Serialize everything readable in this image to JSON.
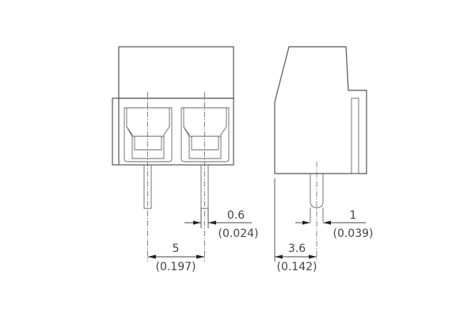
{
  "drawing": {
    "title": "2-pole PCB terminal block dimensional drawing",
    "units_primary": "mm",
    "units_secondary": "in",
    "views": [
      "front-view",
      "side-view"
    ]
  },
  "dimensions": {
    "pitch": {
      "value": "5",
      "alt": "(0.197)"
    },
    "pin_width": {
      "value": "0.6",
      "alt": "(0.024)"
    },
    "side_pin_width": {
      "value": "1",
      "alt": "(0.039)"
    },
    "pin_offset": {
      "value": "3.6",
      "alt": "(0.142)"
    }
  },
  "colors": {
    "line": "#555555",
    "text": "#444444",
    "background": "#ffffff"
  }
}
